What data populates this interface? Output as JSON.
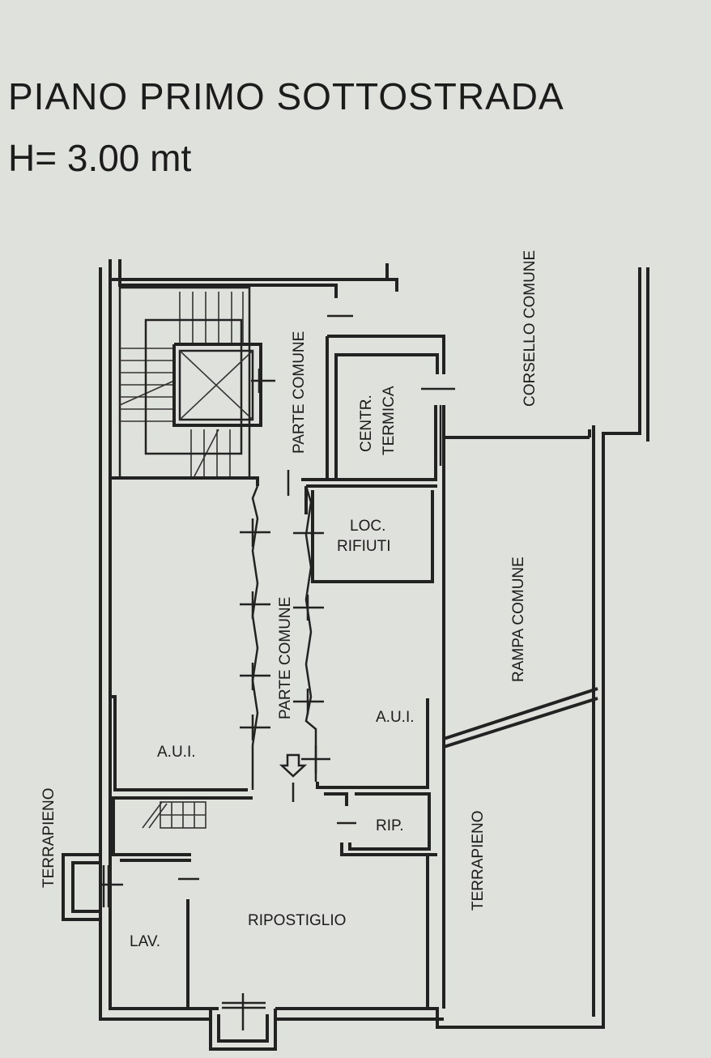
{
  "header": {
    "title": "PIANO PRIMO SOTTOSTRADA",
    "height": "H= 3.00 mt"
  },
  "rooms": {
    "parte_comune_top": "PARTE COMUNE",
    "parte_comune_corridor": "PARTE COMUNE",
    "centrale_termica_1": "CENTR.",
    "centrale_termica_2": "TERMICA",
    "corsello": "CORSELLO COMUNE",
    "locale_rifiuti_1": "LOC.",
    "locale_rifiuti_2": "RIFIUTI",
    "rampa": "RAMPA COMUNE",
    "aui_left": "A.U.I.",
    "aui_right": "A.U.I.",
    "rip": "RIP.",
    "terrapieno_left": "TERRAPIENO",
    "terrapieno_right": "TERRAPIENO",
    "ripostiglio": "RIPOSTIGLIO",
    "lav": "LAV."
  }
}
